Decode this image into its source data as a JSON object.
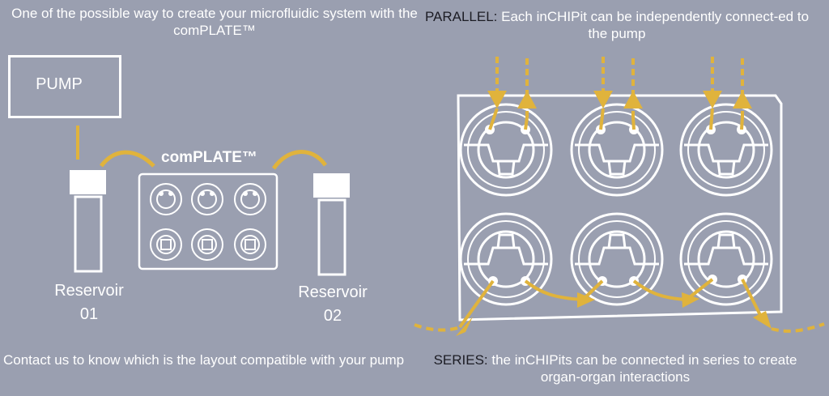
{
  "left_panel": {
    "title": "One of the possible way to create your microfluidic system with the comPLATE™",
    "pump_label": "PUMP",
    "plate_label": "comPLATE™",
    "reservoir_1": {
      "name": "Reservoir",
      "number": "01"
    },
    "reservoir_2": {
      "name": "Reservoir",
      "number": "02"
    },
    "footer": "Contact us to know which is the layout compatible with your pump"
  },
  "right_panel": {
    "parallel_keyword": "PARALLEL:",
    "parallel_text": " Each inCHIPit can be independently connect-ed to the pump",
    "series_keyword": "SERIES:",
    "series_text": " the inCHIPits can be connected in series to create organ-organ interactions"
  },
  "colors": {
    "background": "#9a9fb0",
    "accent": "#e0b33c",
    "line": "#ffffff",
    "keyword": "#1c1c24"
  }
}
